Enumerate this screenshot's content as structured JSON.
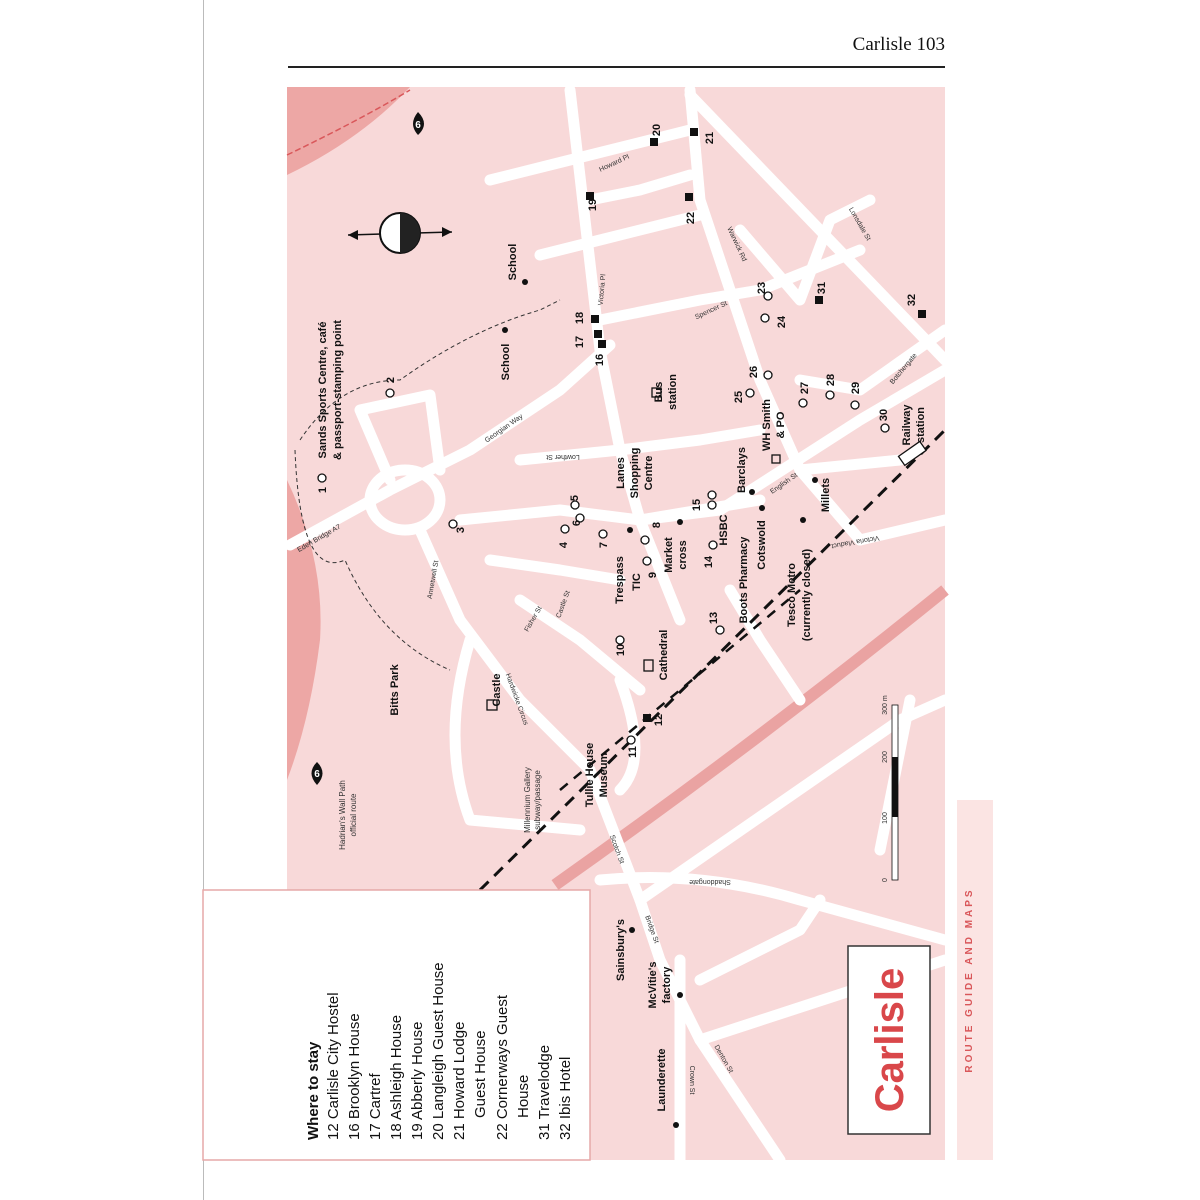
{
  "header": {
    "running_head": "Carlisle  103"
  },
  "colors": {
    "map_bg": "#f8d9d9",
    "road": "#ffffff",
    "river": "#eda7a5",
    "title": "#d9474a",
    "tab_bg": "#fbe4e3"
  },
  "title": "Carlisle",
  "side_tab": "ROUTE GUIDE AND MAPS",
  "legend": {
    "heading": "Where to stay",
    "items": [
      "12 Carlisle City Hostel",
      "16 Brooklyn House",
      "17 Cartref",
      "18 Ashleigh House",
      "19 Abberly House",
      "20 Langleigh Guest House",
      "21 Howard Lodge",
      "Guest House",
      "22 Cornerways Guest",
      "House",
      "31 Travelodge",
      "32 Ibis Hotel"
    ]
  },
  "places": {
    "sands1": "Sands Sports Centre, café",
    "sands2": "& passport-stamping point",
    "school": "School",
    "bus1": "Bus",
    "bus2": "station",
    "lanes1": "Lanes",
    "lanes2": "Shopping",
    "lanes3": "Centre",
    "barclays": "Barclays",
    "whsmith1": "WH Smith",
    "whsmith2": "& PO",
    "hsbc": "HSBC",
    "boots": "Boots Pharmacy",
    "cotswold": "Cotswold",
    "millets": "Millets",
    "tesco1": "Tesco Metro",
    "tesco2": "(currently closed)",
    "market1": "Market",
    "market2": "cross",
    "trespass": "Trespass",
    "tic": "TIC",
    "cathedral": "Cathedral",
    "castle": "Castle",
    "bitts": "Bitts Park",
    "tullie1": "Tullie House",
    "tullie2": "Museum",
    "hadrian1": "Hadrian's Wall Path",
    "hadrian2": "official route",
    "millennium1": "Millennium Gallery",
    "millennium2": "subway/passage",
    "sainsburys": "Sainsbury's",
    "mcvities1": "McVitie's",
    "mcvities2": "factory",
    "launderette": "Launderette",
    "railway1": "Railway",
    "railway2": "station"
  },
  "streets": {
    "georgian": "Georgian Way",
    "eden": "Eden Bridge A7",
    "howard": "Howard Pl",
    "warwick": "Warwick Rd",
    "spencer": "Spencer St",
    "victoria": "Victoria Pl",
    "lowther": "Lowther St",
    "english": "English St",
    "botchergate": "Botchergate",
    "castle_st": "Castle St",
    "fisher": "Fisher St",
    "annetwell": "Annetwell St",
    "shaddongate": "Shaddongate",
    "denton": "Denton St",
    "crown": "Crown St",
    "scotch": "Scotch St",
    "bridge": "Bridge St",
    "victoria_viaduct": "Victoria Viaduct",
    "lonsdale": "Lonsdale St",
    "hardwicke": "Hardwicke Circus"
  },
  "numbers": [
    "1",
    "2",
    "3",
    "4",
    "5",
    "6",
    "7",
    "8",
    "9",
    "10",
    "11",
    "12",
    "13",
    "14",
    "15",
    "16",
    "17",
    "18",
    "19",
    "20",
    "21",
    "22",
    "23",
    "24",
    "25",
    "26",
    "27",
    "28",
    "29",
    "30",
    "31",
    "32"
  ],
  "markers": {
    "hadrian_sign_top": "6",
    "hadrian_sign_bottom": "6"
  },
  "scale": {
    "ticks": [
      "0",
      "100",
      "200",
      "300 m"
    ]
  }
}
